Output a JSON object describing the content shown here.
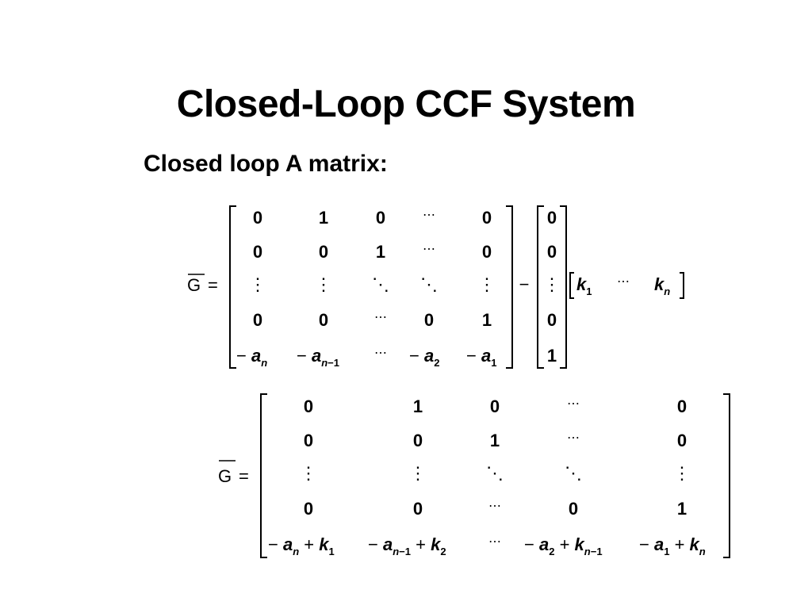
{
  "slide": {
    "title": "Closed-Loop CCF System",
    "subtitle": "Closed loop A matrix:"
  },
  "equation1": {
    "lhs": "G",
    "equals": "=",
    "minus": "−",
    "A_matrix_rows": [
      [
        "0",
        "1",
        "0",
        "⋯",
        "0"
      ],
      [
        "0",
        "0",
        "1",
        "⋯",
        "0"
      ],
      [
        "⋮",
        "⋮",
        "⋱",
        "⋱",
        "⋮"
      ],
      [
        "0",
        "0",
        "⋯",
        "0",
        "1"
      ],
      [
        "−a_n",
        "−a_{n−1}",
        "⋯",
        "−a_2",
        "−a_1"
      ]
    ],
    "B_vector": [
      "0",
      "0",
      "⋮",
      "0",
      "1"
    ],
    "K_row": [
      "k_1",
      "⋯",
      "k_n"
    ]
  },
  "equation2": {
    "lhs": "G",
    "equals": "=",
    "rows": [
      [
        "0",
        "1",
        "0",
        "⋯",
        "0"
      ],
      [
        "0",
        "0",
        "1",
        "⋯",
        "0"
      ],
      [
        "⋮",
        "⋮",
        "⋱",
        "⋱",
        "⋮"
      ],
      [
        "0",
        "0",
        "⋯",
        "0",
        "1"
      ],
      [
        "−a_n + k_1",
        "−a_{n−1} + k_2",
        "⋯",
        "−a_2 + k_{n−1}",
        "−a_1 + k_n"
      ]
    ]
  }
}
